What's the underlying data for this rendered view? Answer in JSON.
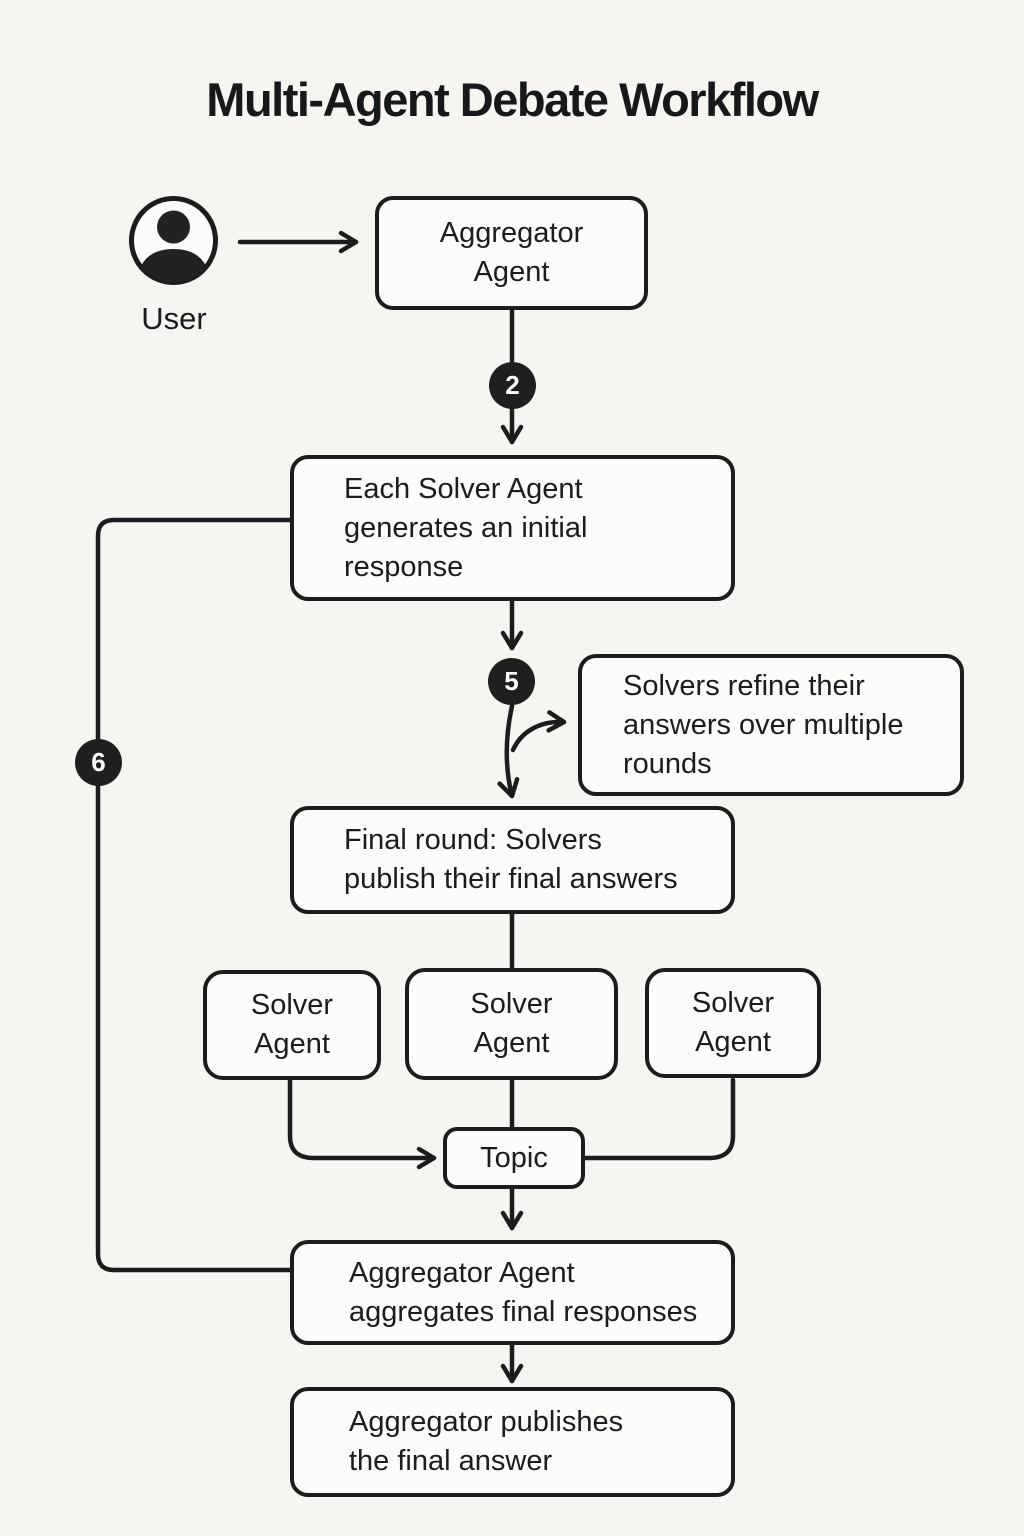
{
  "title": "Multi-Agent Debate Workflow",
  "colors": {
    "background": "#f6f5f2",
    "box_fill": "#fdfcfa",
    "line": "#1c1c1c",
    "badge_fill": "#1f1f1f",
    "badge_text": "#ffffff",
    "text": "#1b1c1e"
  },
  "user": {
    "label": "User",
    "icon": "user-avatar-icon"
  },
  "nodes": {
    "aggregator": {
      "label": "Aggregator\nAgent"
    },
    "initial": {
      "label": "Each Solver Agent\ngenerates an initial\nresponse"
    },
    "refine": {
      "label": "Solvers refine their\nanswers over multiple\nrounds"
    },
    "final_round": {
      "label": "Final round: Solvers\npublish their final answers"
    },
    "solver1": {
      "label": "Solver\nAgent"
    },
    "solver2": {
      "label": "Solver\nAgent"
    },
    "solver3": {
      "label": "Solver\nAgent"
    },
    "topic": {
      "label": "Topic"
    },
    "aggregates": {
      "label": "Aggregator Agent\naggregates final responses"
    },
    "publishes": {
      "label": "Aggregator publishes\nthe final answer"
    }
  },
  "badges": {
    "step2": "2",
    "step5": "5",
    "step6": "6"
  }
}
